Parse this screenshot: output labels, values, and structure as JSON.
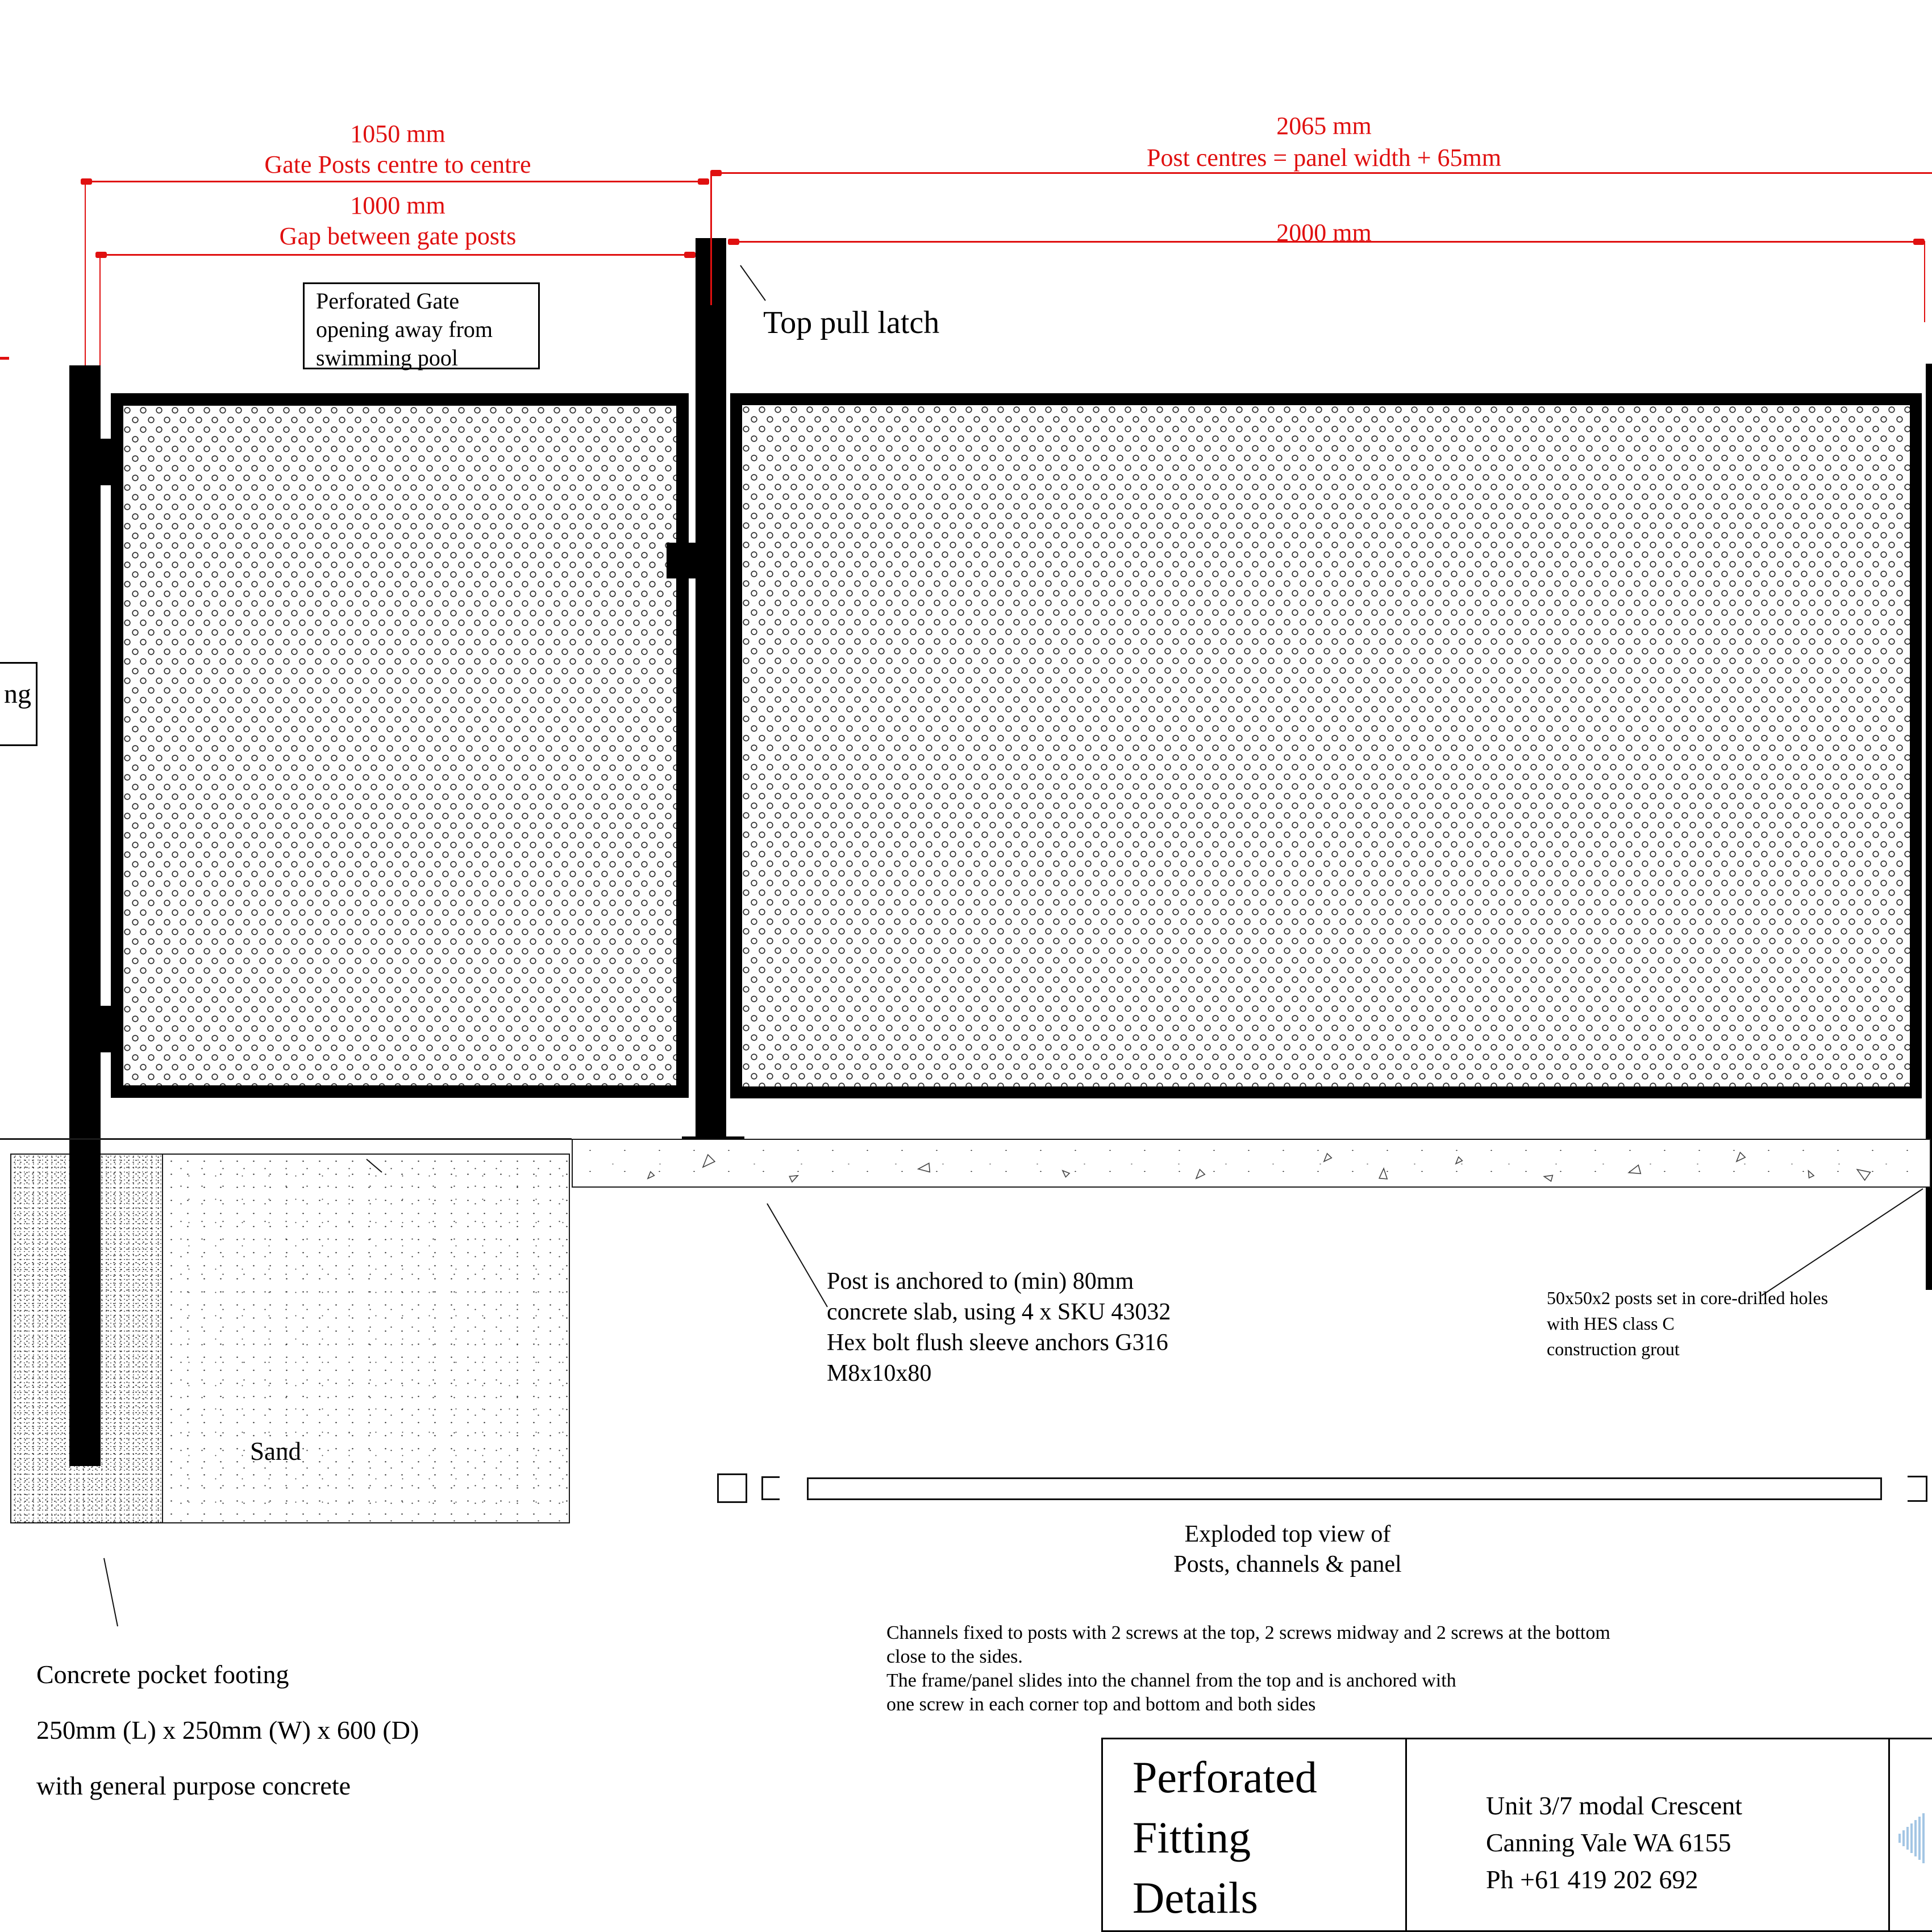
{
  "dimensions": {
    "gate_posts_cc": {
      "value": "1050 mm",
      "label": "Gate Posts centre to centre"
    },
    "gate_gap": {
      "value": "1000 mm",
      "label": "Gap between gate posts"
    },
    "post_centres": {
      "value": "2065 mm",
      "label": "Post centres = panel width + 65mm"
    },
    "panel_width": {
      "value": "2000 mm"
    }
  },
  "labels": {
    "gate_note": [
      "Perforated Gate",
      "opening away from",
      "swimming pool"
    ],
    "top_pull_latch": "Top pull latch",
    "sand": "Sand",
    "cut_label": "ng",
    "post_anchor_note": [
      "Post is anchored to (min) 80mm",
      "concrete slab, using 4 x SKU 43032",
      "Hex bolt flush sleeve anchors G316",
      "M8x10x80"
    ],
    "core_drilled_note": [
      "50x50x2 posts set in core-drilled holes",
      "with HES class C",
      "construction grout"
    ],
    "footing_note": [
      "Concrete pocket footing",
      "250mm (L) x 250mm (W) x 600 (D)",
      "with general purpose concrete"
    ],
    "exploded_view": [
      "Exploded top view of",
      "Posts, channels & panel"
    ],
    "channels_note": [
      "Channels fixed to posts with 2 screws at the top, 2 screws midway and 2 screws at the bottom",
      "close to the sides.",
      "The frame/panel slides into the channel from the top and is anchored with",
      "one screw in each corner top and bottom and both sides"
    ]
  },
  "title_block": {
    "title_lines": [
      "Perforated",
      "Fitting",
      "Details"
    ],
    "address_lines": [
      "Unit 3/7 modal Crescent",
      "Canning Vale WA 6155",
      "Ph +61 419 202 692"
    ]
  },
  "colors": {
    "dimension_red": "#e01010",
    "drawing_black": "#000000",
    "logo_blue": "#a3c6e4"
  }
}
